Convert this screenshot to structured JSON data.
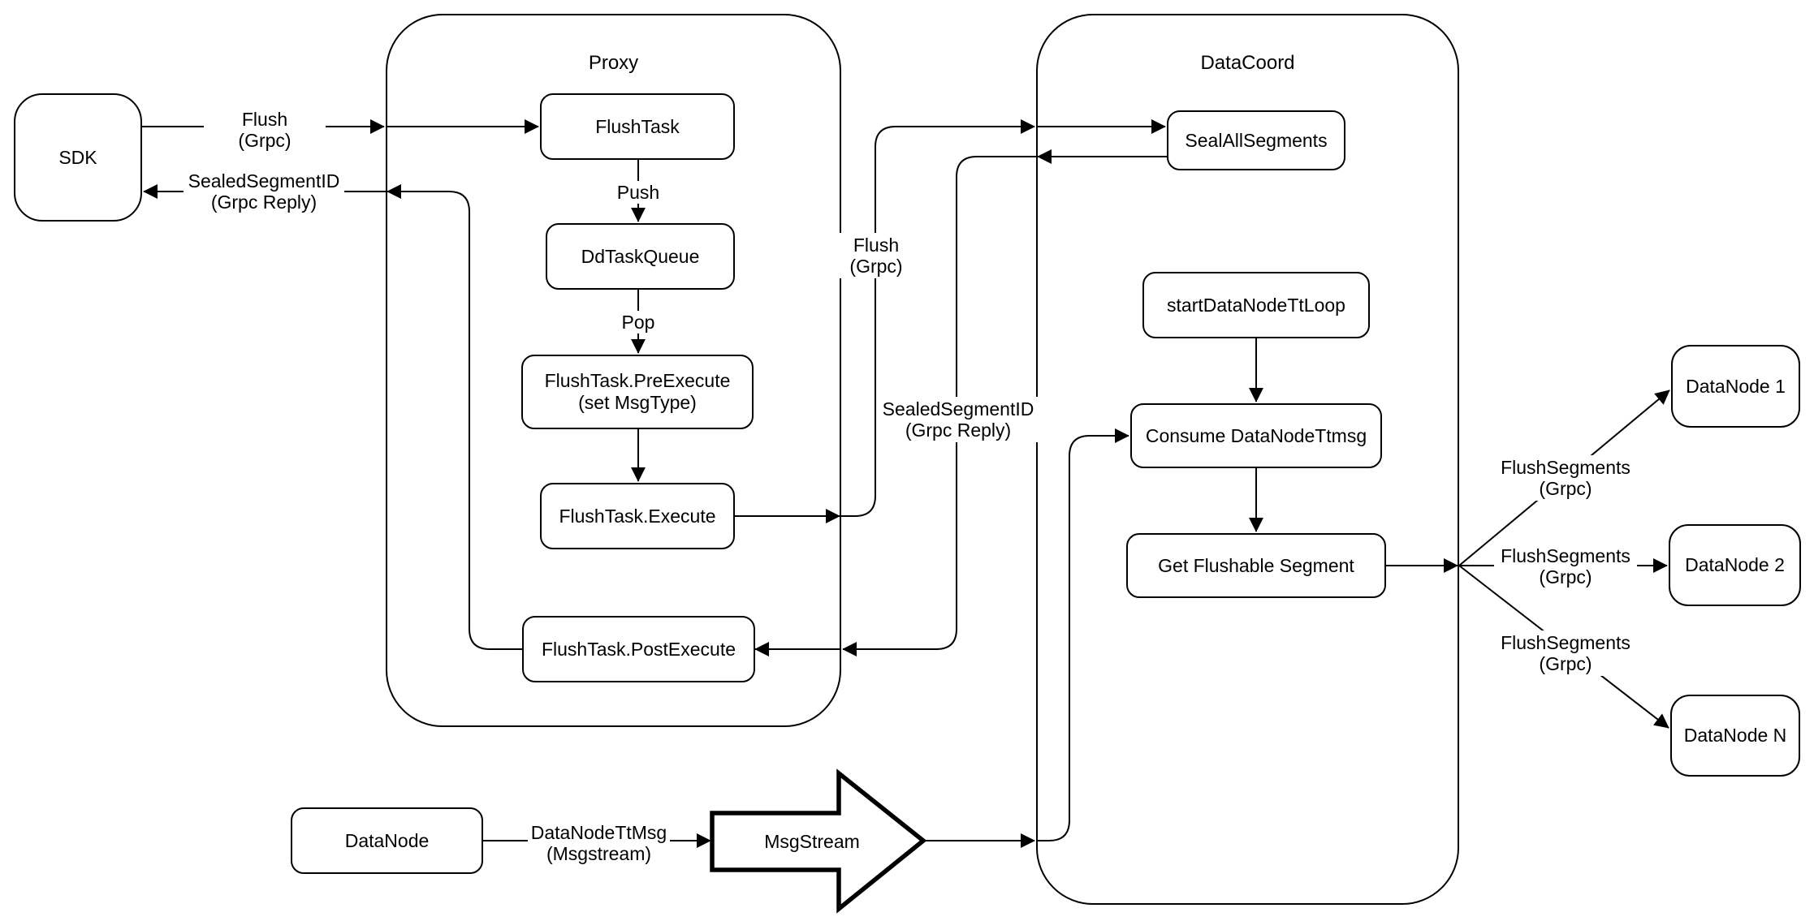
{
  "containers": {
    "proxy": {
      "title": "Proxy"
    },
    "datacoord": {
      "title": "DataCoord"
    }
  },
  "nodes": {
    "sdk": {
      "label": "SDK"
    },
    "flush_task": {
      "label": "FlushTask"
    },
    "dd_task_queue": {
      "label": "DdTaskQueue"
    },
    "pre_execute": {
      "line1": "FlushTask.PreExecute",
      "line2": "(set MsgType)"
    },
    "execute": {
      "label": "FlushTask.Execute"
    },
    "post_execute": {
      "label": "FlushTask.PostExecute"
    },
    "seal_all_segments": {
      "label": "SealAllSegments"
    },
    "start_datanode_tt_loop": {
      "label": "startDataNodeTtLoop"
    },
    "consume_datanode_ttmsg": {
      "label": "Consume DataNodeTtmsg"
    },
    "get_flushable_segment": {
      "label": "Get Flushable Segment"
    },
    "msg_stream": {
      "label": "MsgStream"
    },
    "datanode": {
      "label": "DataNode"
    },
    "datanode_1": {
      "label": "DataNode 1"
    },
    "datanode_2": {
      "label": "DataNode 2"
    },
    "datanode_n": {
      "label": "DataNode N"
    }
  },
  "edge_labels": {
    "flush_left": {
      "line1": "Flush",
      "line2": "(Grpc)"
    },
    "sealed_left": {
      "line1": "SealedSegmentID",
      "line2": "(Grpc Reply)"
    },
    "push": {
      "label": "Push"
    },
    "pop": {
      "label": "Pop"
    },
    "flush_right": {
      "line1": "Flush",
      "line2": "(Grpc)"
    },
    "sealed_right": {
      "line1": "SealedSegmentID",
      "line2": "(Grpc Reply)"
    },
    "flush_segments_1": {
      "line1": "FlushSegments",
      "line2": "(Grpc)"
    },
    "flush_segments_2": {
      "line1": "FlushSegments",
      "line2": "(Grpc)"
    },
    "flush_segments_3": {
      "line1": "FlushSegments",
      "line2": "(Grpc)"
    },
    "datanode_tt_msg": {
      "line1": "DataNodeTtMsg",
      "line2": "(Msgstream)"
    }
  },
  "colors": {
    "stroke": "#000000",
    "background": "#ffffff"
  }
}
